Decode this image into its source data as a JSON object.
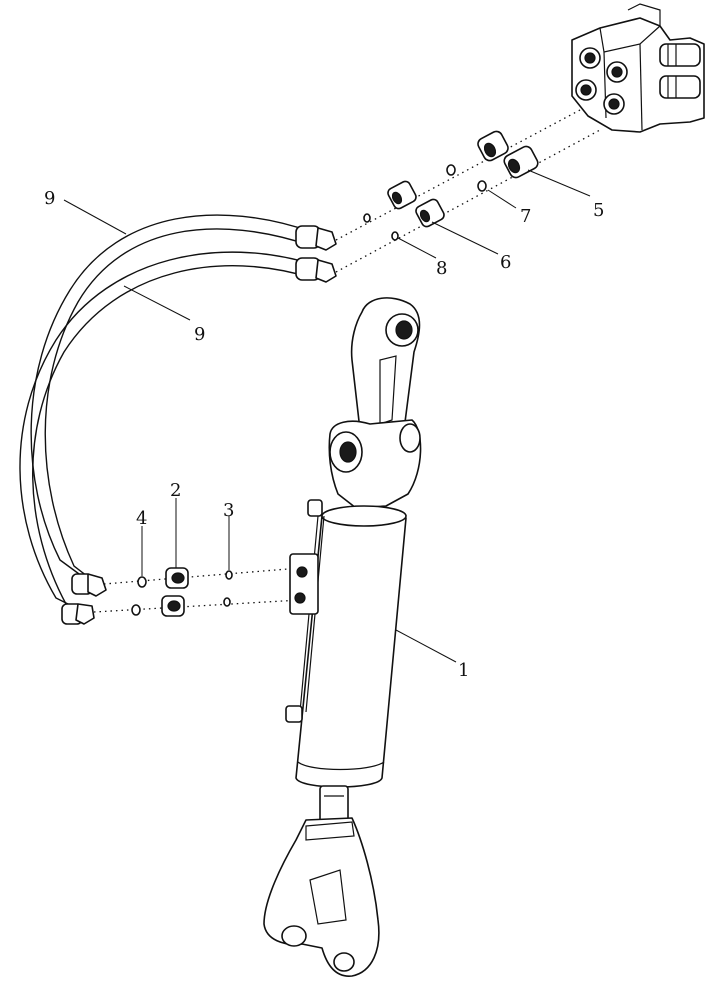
{
  "callouts": [
    {
      "id": "c1",
      "label": "1"
    },
    {
      "id": "c2",
      "label": "2"
    },
    {
      "id": "c3",
      "label": "3"
    },
    {
      "id": "c4",
      "label": "4"
    },
    {
      "id": "c5",
      "label": "5"
    },
    {
      "id": "c6",
      "label": "6"
    },
    {
      "id": "c7",
      "label": "7"
    },
    {
      "id": "c8",
      "label": "8"
    },
    {
      "id": "c9a",
      "label": "9"
    },
    {
      "id": "c9b",
      "label": "9"
    }
  ]
}
